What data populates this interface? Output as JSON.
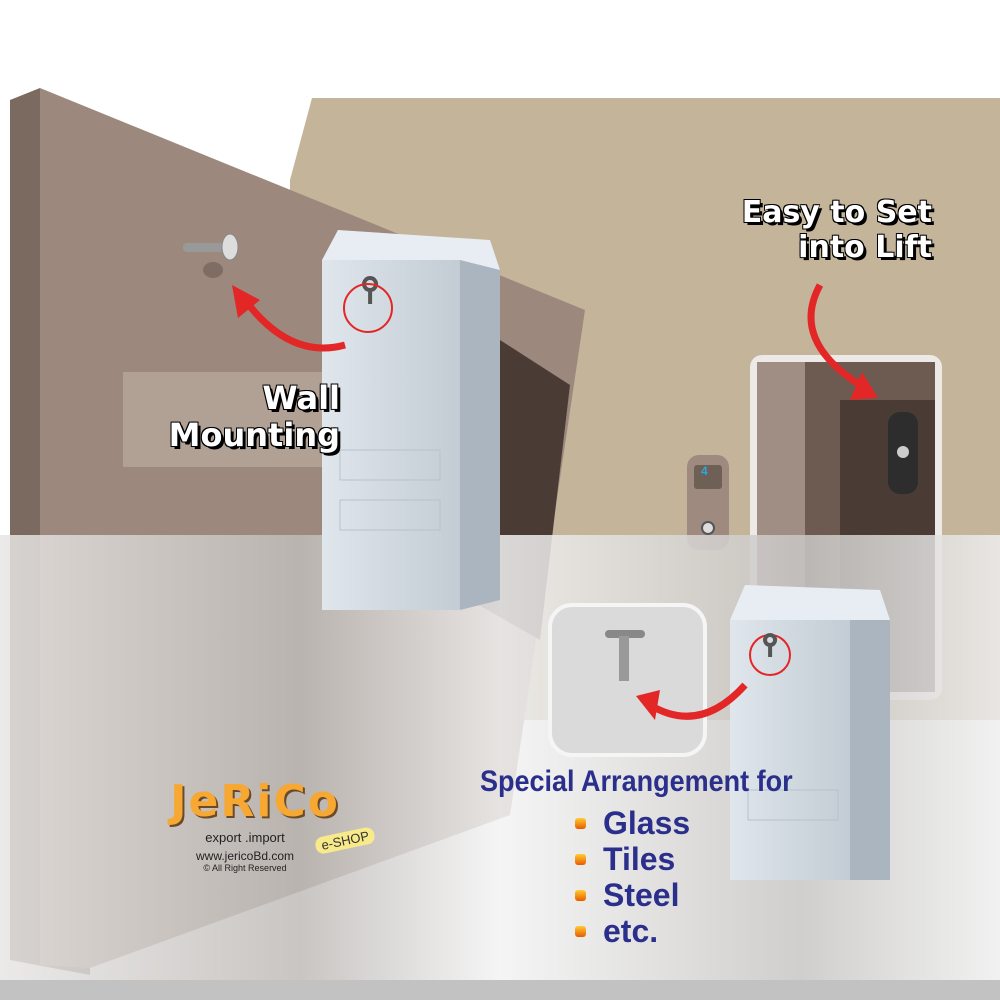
{
  "callouts": {
    "wall_mounting": [
      "Wall",
      "Mounting"
    ],
    "lift": [
      "Easy to Set",
      "into Lift"
    ]
  },
  "special": {
    "title": "Special Arrangement for",
    "items": [
      "Glass",
      "Tiles",
      "Steel",
      "etc."
    ]
  },
  "logo": {
    "name": "JeRiCo",
    "badge": "e-SHOP",
    "tagline": "export .import",
    "url": "www.jericoBd.com",
    "rights": "© All Right Reserved"
  },
  "lift_panel": {
    "floor": "4"
  },
  "colors": {
    "accent_red": "#e32626",
    "text_blue": "#2b2f8c",
    "wall": "#9c887d",
    "backwall": "#c4b49a"
  }
}
